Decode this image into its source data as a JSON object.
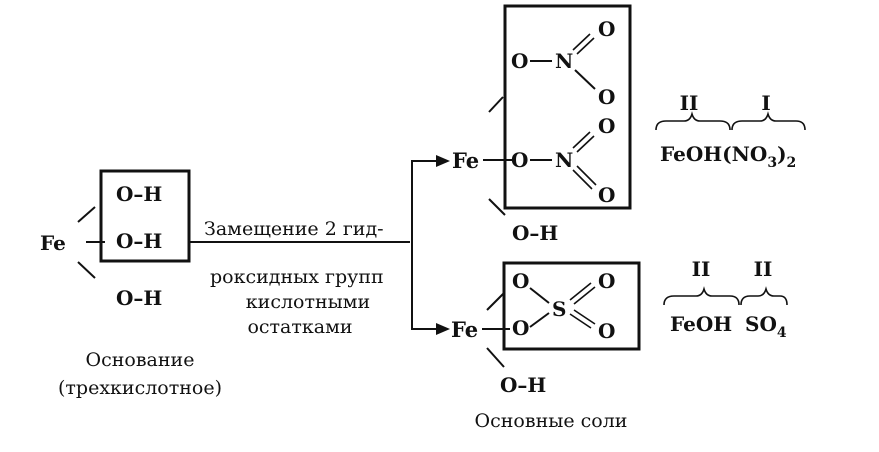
{
  "base": {
    "fe": "Fe",
    "oh_1": "O–H",
    "oh_2": "O–H",
    "oh_3": "O–H",
    "caption_line1": "Основание",
    "caption_line2": "(трехкислотное)"
  },
  "reaction": {
    "label_line1": "Замещение 2 гид-",
    "label_line2": "роксидных групп",
    "label_line3": "кислотными",
    "label_line4": "остатками"
  },
  "nitrate_salt": {
    "fe": "Fe",
    "o_top": "O",
    "n_top": "N",
    "o_top_up": "O",
    "o_top_down": "O",
    "o_mid": "O",
    "n_mid": "N",
    "o_mid_up": "O",
    "o_mid_down": "O",
    "oh": "O–H",
    "valence_left": "II",
    "valence_right": "I",
    "formula_main": "FeOH(NO",
    "formula_sub": "3",
    "formula_close": ")",
    "formula_sub2": "2"
  },
  "sulfate_salt": {
    "fe": "Fe",
    "o_ul": "O",
    "o_ll": "O",
    "s": "S",
    "o_ur": "O",
    "o_lr": "O",
    "oh": "O–H",
    "valence_left": "II",
    "valence_right": "II",
    "formula_left": "FeOH",
    "formula_right": "SO",
    "formula_sub": "4"
  },
  "caption_salts": "Основные соли"
}
